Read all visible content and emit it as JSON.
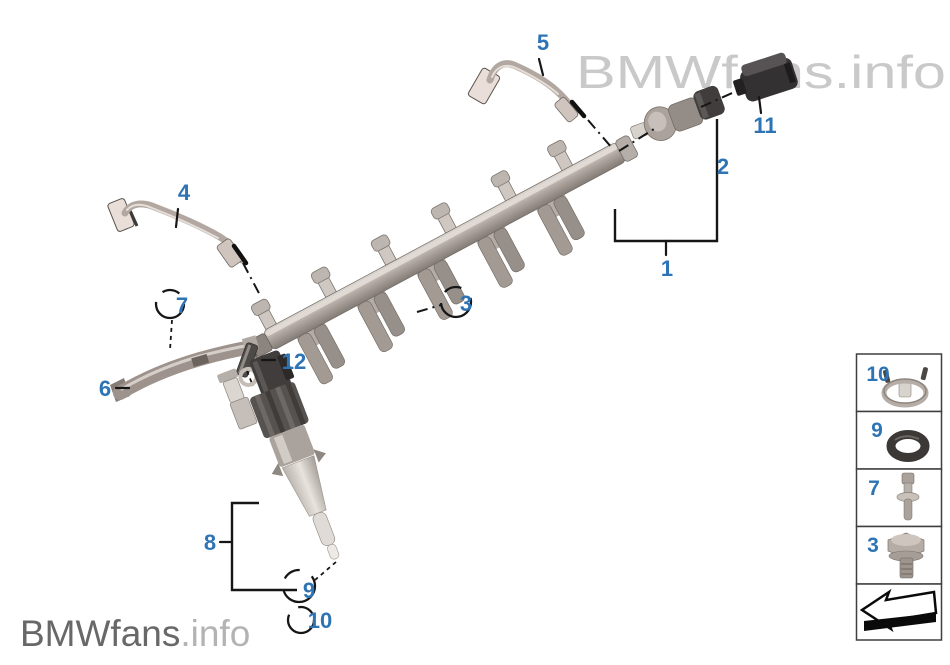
{
  "watermarks": {
    "top": "BMWfans.info",
    "bottom_brand": "BMWfans",
    "bottom_suffix": ".info"
  },
  "colors": {
    "callout_blue": "#2E74B5",
    "line_black": "#161616",
    "watermark_top_gray": "#c9c9c9",
    "watermark_brand_gray": "#686868",
    "watermark_suffix_gray": "#b3b3b3",
    "metal_light": "#d9d3ce",
    "metal_mid": "#a8a09a",
    "metal_dark": "#514d4a",
    "legend_box_border": "#3f3f3f"
  },
  "callouts": {
    "n1": "1",
    "n2": "2",
    "n3": "3",
    "n4": "4",
    "n5": "5",
    "n6": "6",
    "n7": "7",
    "n8": "8",
    "n9": "9",
    "n10": "10",
    "n11": "11",
    "n12": "12"
  },
  "legend": {
    "items": [
      {
        "num": "10",
        "icon": "support-ring-icon"
      },
      {
        "num": "9",
        "icon": "o-ring-seal-icon"
      },
      {
        "num": "7",
        "icon": "decoupling-screw-icon"
      },
      {
        "num": "3",
        "icon": "hex-flange-bolt-icon"
      },
      {
        "num": "",
        "icon": "direction-arrow-icon"
      }
    ]
  }
}
